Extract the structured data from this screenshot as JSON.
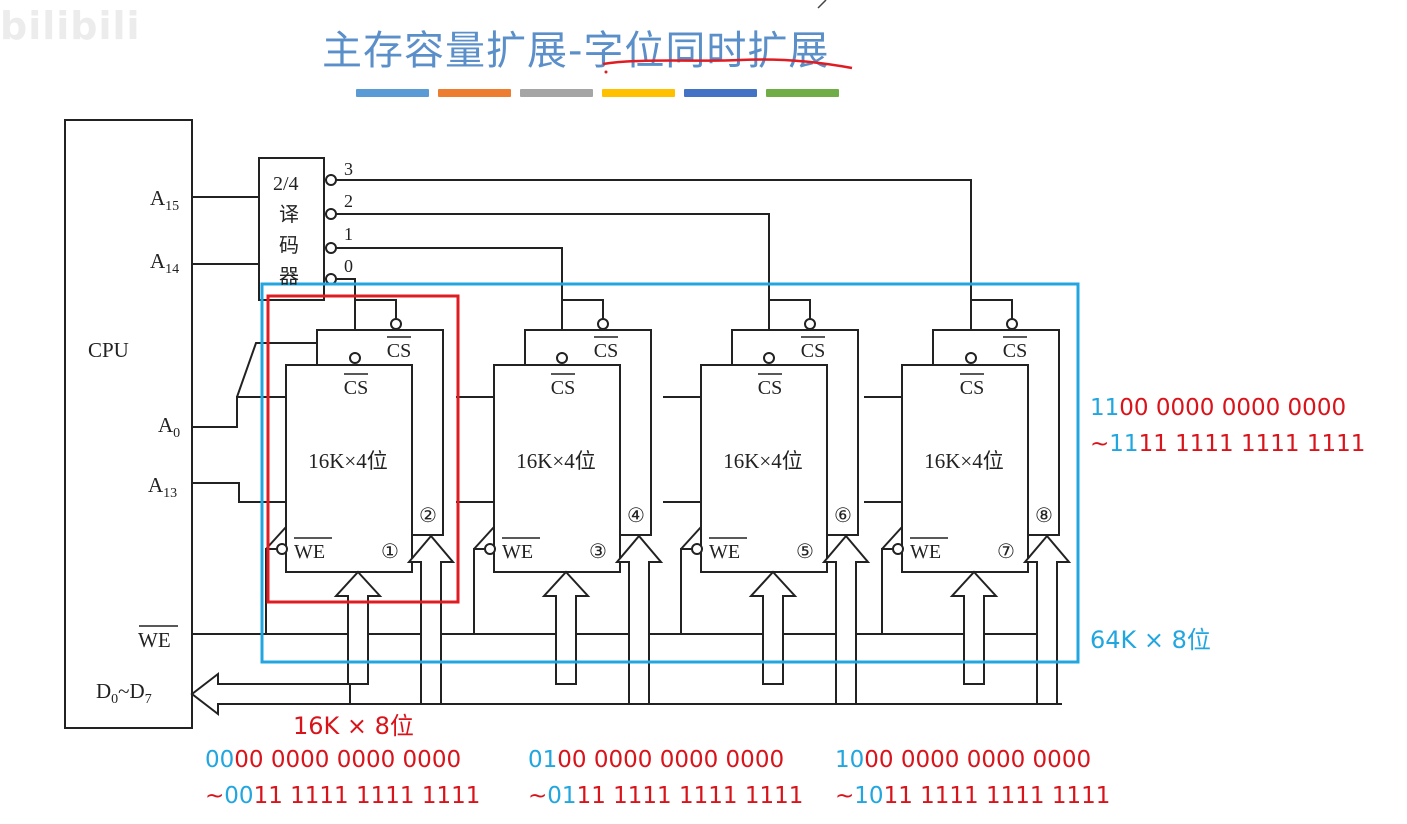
{
  "watermark": "bilibili",
  "title": {
    "prefix": "主存容量扩展-",
    "emphasis": "字位同时扩展"
  },
  "title_bar_colors": [
    "#5b9bd5",
    "#ed7d31",
    "#a5a5a5",
    "#ffc000",
    "#4472c4",
    "#70ad47"
  ],
  "colors": {
    "title": "#5b8fc9",
    "line": "#222222",
    "highlight_red": "#e11b22",
    "highlight_blue": "#21a6df",
    "address_high": "#21a6df",
    "address_low": "#d9131a"
  },
  "cpu": {
    "label": "CPU",
    "pins": {
      "a15": "A",
      "a15_sub": "15",
      "a14": "A",
      "a14_sub": "14",
      "a0": "A",
      "a0_sub": "0",
      "a13": "A",
      "a13_sub": "13",
      "we": "WE",
      "data_d0": "D",
      "data_d0_sub": "0",
      "data_tilde": "~",
      "data_d7": "D",
      "data_d7_sub": "7"
    }
  },
  "decoder": {
    "line1": "2/4",
    "line2": "译",
    "line3": "码",
    "line4": "器",
    "outputs": [
      "3",
      "2",
      "1",
      "0"
    ]
  },
  "chips": [
    {
      "front_label": "16K×4位",
      "front_cs": "CS",
      "back_cs": "CS",
      "we": "WE",
      "front_no": "①",
      "back_no": "②"
    },
    {
      "front_label": "16K×4位",
      "front_cs": "CS",
      "back_cs": "CS",
      "we": "WE",
      "front_no": "③",
      "back_no": "④"
    },
    {
      "front_label": "16K×4位",
      "front_cs": "CS",
      "back_cs": "CS",
      "we": "WE",
      "front_no": "⑤",
      "back_no": "⑥"
    },
    {
      "front_label": "16K×4位",
      "front_cs": "CS",
      "back_cs": "CS",
      "we": "WE",
      "front_no": "⑦",
      "back_no": "⑧"
    }
  ],
  "annotations": {
    "group_label": "16K × 8位",
    "total_label": "64K × 8位"
  },
  "address_ranges": [
    {
      "start_hi": "00",
      "start_lo": "00 0000 0000 0000",
      "tilde": "~",
      "end_hi": "00",
      "end_lo": "11 1111 1111 1111"
    },
    {
      "start_hi": "01",
      "start_lo": "00 0000 0000 0000",
      "tilde": "~",
      "end_hi": "01",
      "end_lo": "11 1111 1111 1111"
    },
    {
      "start_hi": "10",
      "start_lo": "00 0000 0000 0000",
      "tilde": "~",
      "end_hi": "10",
      "end_lo": "11 1111 1111 1111"
    },
    {
      "start_hi": "11",
      "start_lo": "00 0000 0000 0000",
      "tilde": "~",
      "end_hi": "11",
      "end_lo": "11 1111 1111 1111"
    }
  ]
}
